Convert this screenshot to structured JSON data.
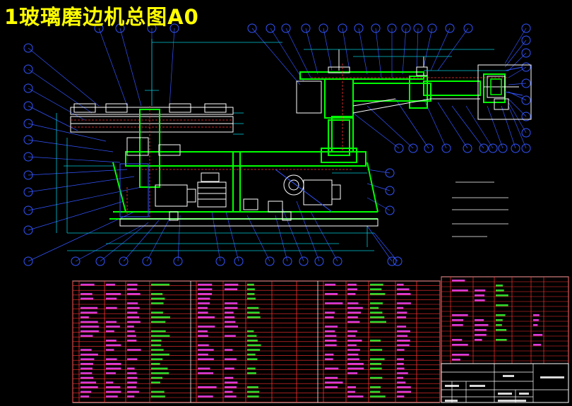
{
  "title": "1玻璃磨边机总图A0",
  "colors": {
    "background": "#000000",
    "title": "#ffff00",
    "outline": "#ffffff",
    "frame": "#00ff00",
    "callout": "#3355ff",
    "dimension": "#00c8d8",
    "hidden": "#ff3333",
    "table_line": "#ff3030",
    "text_magenta": "#ff44ff",
    "text_green": "#33ff33"
  },
  "drawing": {
    "main_view": "machine-front-elevation",
    "side_view": "grinding-arm-assembly",
    "detail_view": "grinding-head-detail"
  },
  "tables": [
    "parts-list",
    "title-block"
  ]
}
